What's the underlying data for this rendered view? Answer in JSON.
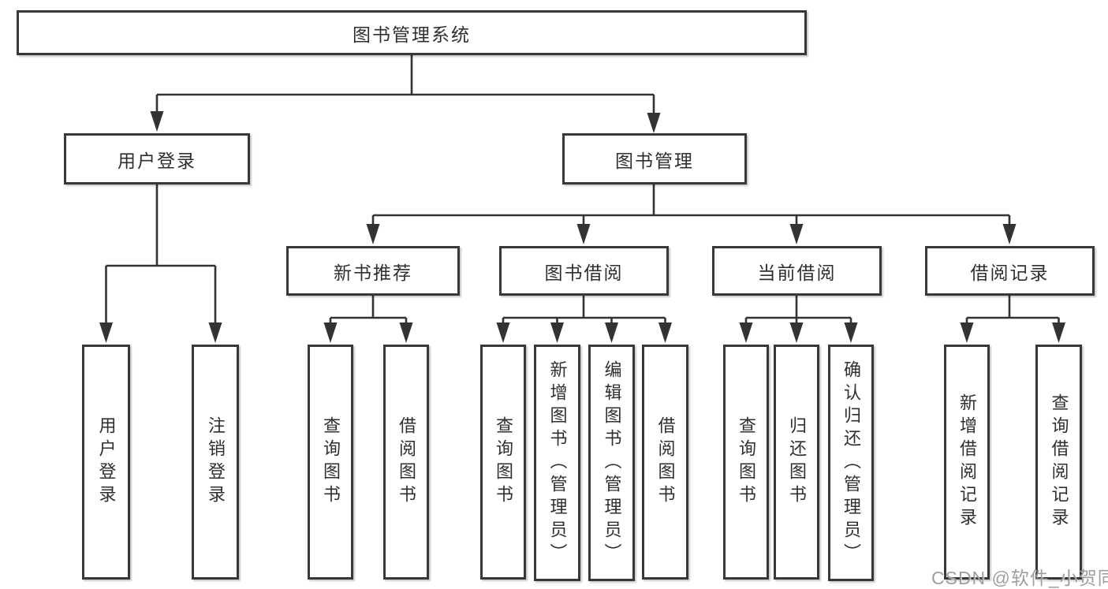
{
  "tree": {
    "root": {
      "label": "图书管理系统"
    },
    "children": [
      {
        "label": "用户登录",
        "children": [
          {
            "label": "用户登录"
          },
          {
            "label": "注销登录"
          }
        ]
      },
      {
        "label": "图书管理",
        "children": [
          {
            "label": "新书推荐",
            "children": [
              {
                "label": "查询图书"
              },
              {
                "label": "借阅图书"
              }
            ]
          },
          {
            "label": "图书借阅",
            "children": [
              {
                "label": "查询图书"
              },
              {
                "label": "新增图书（管理员）"
              },
              {
                "label": "编辑图书（管理员）"
              },
              {
                "label": "借阅图书"
              }
            ]
          },
          {
            "label": "当前借阅",
            "children": [
              {
                "label": "查询图书"
              },
              {
                "label": "归还图书"
              },
              {
                "label": "确认归还（管理员）"
              }
            ]
          },
          {
            "label": "借阅记录",
            "children": [
              {
                "label": "新增借阅记录"
              },
              {
                "label": "查询借阅记录"
              }
            ]
          }
        ]
      }
    ]
  },
  "watermark": "CSDN @软件_小贺同学",
  "colors": {
    "line": "#333333",
    "box_border": "#383838",
    "box_fill": "#ffffff",
    "text": "#2f2f2f",
    "watermark": "#949699"
  }
}
